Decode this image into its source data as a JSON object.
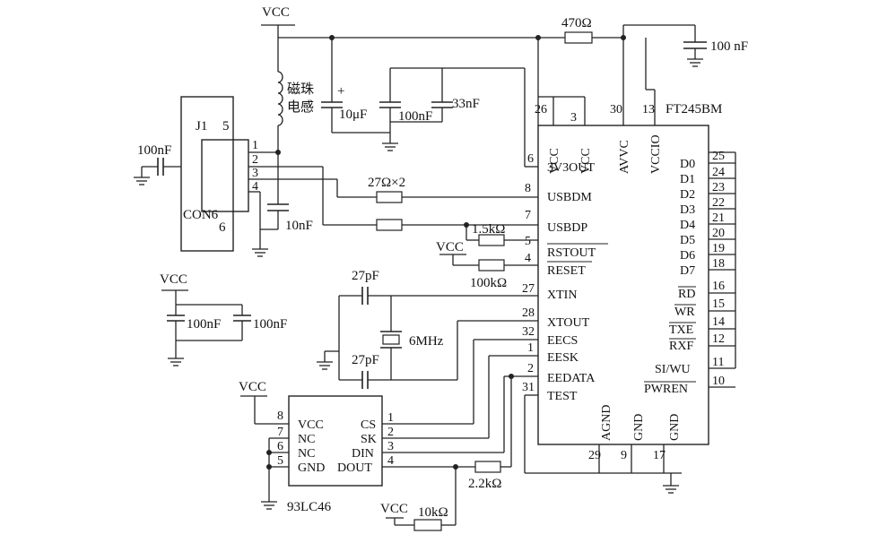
{
  "power": {
    "vcc": "VCC"
  },
  "chip_main": {
    "name": "FT245BM",
    "top_pins": [
      {
        "num": "26",
        "name": "VCC"
      },
      {
        "num": "3",
        "name": "VCC"
      },
      {
        "num": "30",
        "name": "AVVC"
      },
      {
        "num": "13",
        "name": "VCCIO"
      }
    ],
    "left_pins": [
      {
        "num": "6",
        "name": "3V3OUT"
      },
      {
        "num": "8",
        "name": "USBDM"
      },
      {
        "num": "7",
        "name": "USBDP"
      },
      {
        "num": "5",
        "name": "RSTOUT"
      },
      {
        "num": "4",
        "name": "RESET"
      },
      {
        "num": "27",
        "name": "XTIN"
      },
      {
        "num": "28",
        "name": "XTOUT"
      },
      {
        "num": "32",
        "name": "EECS"
      },
      {
        "num": "1",
        "name": "EESK"
      },
      {
        "num": "2",
        "name": "EEDATA"
      },
      {
        "num": "31",
        "name": "TEST"
      }
    ],
    "right_pins": [
      {
        "num": "25",
        "name": "D0"
      },
      {
        "num": "24",
        "name": "D1"
      },
      {
        "num": "23",
        "name": "D2"
      },
      {
        "num": "22",
        "name": "D3"
      },
      {
        "num": "21",
        "name": "D4"
      },
      {
        "num": "20",
        "name": "D5"
      },
      {
        "num": "19",
        "name": "D6"
      },
      {
        "num": "18",
        "name": "D7"
      },
      {
        "num": "16",
        "name": "RD"
      },
      {
        "num": "15",
        "name": "WR"
      },
      {
        "num": "14",
        "name": "TXE"
      },
      {
        "num": "12",
        "name": "RXF"
      },
      {
        "num": "11",
        "name": "SI/WU"
      },
      {
        "num": "10",
        "name": "PWREN"
      }
    ],
    "bottom_pins": [
      {
        "num": "29",
        "name": "AGND"
      },
      {
        "num": "9",
        "name": "GND"
      },
      {
        "num": "17",
        "name": "GND"
      }
    ]
  },
  "chip_eeprom": {
    "name": "93LC46",
    "left_pins": [
      {
        "num": "8",
        "name": "VCC"
      },
      {
        "num": "7",
        "name": "NC"
      },
      {
        "num": "6",
        "name": "NC"
      },
      {
        "num": "5",
        "name": "GND"
      }
    ],
    "right_pins": [
      {
        "num": "1",
        "name": "CS"
      },
      {
        "num": "2",
        "name": "SK"
      },
      {
        "num": "3",
        "name": "DIN"
      },
      {
        "num": "4",
        "name": "DOUT"
      }
    ]
  },
  "connector": {
    "ref": "J1",
    "type": "CON6",
    "pins": [
      "1",
      "2",
      "3",
      "4",
      "5",
      "6"
    ]
  },
  "components": {
    "ferrite": "磁珠\n电感",
    "ferrite_line1": "磁珠",
    "ferrite_line2": "电感",
    "c_10uf": "10μF",
    "c_100nf_a": "100nF",
    "c_33nf": "33nF",
    "c_100nf_top": "100 nF",
    "c_100nf_usb": "100nF",
    "c_10nf": "10nF",
    "c_100nf_dec1": "100nF",
    "c_100nf_dec2": "100nF",
    "c_27pf_a": "27pF",
    "c_27pf_b": "27pF",
    "crystal": "6MHz",
    "r_470": "470Ω",
    "r_27": "27Ω×2",
    "r_1k5": "1.5kΩ",
    "r_100k": "100kΩ",
    "r_2k2": "2.2kΩ",
    "r_10k": "10kΩ",
    "plus": "+"
  }
}
